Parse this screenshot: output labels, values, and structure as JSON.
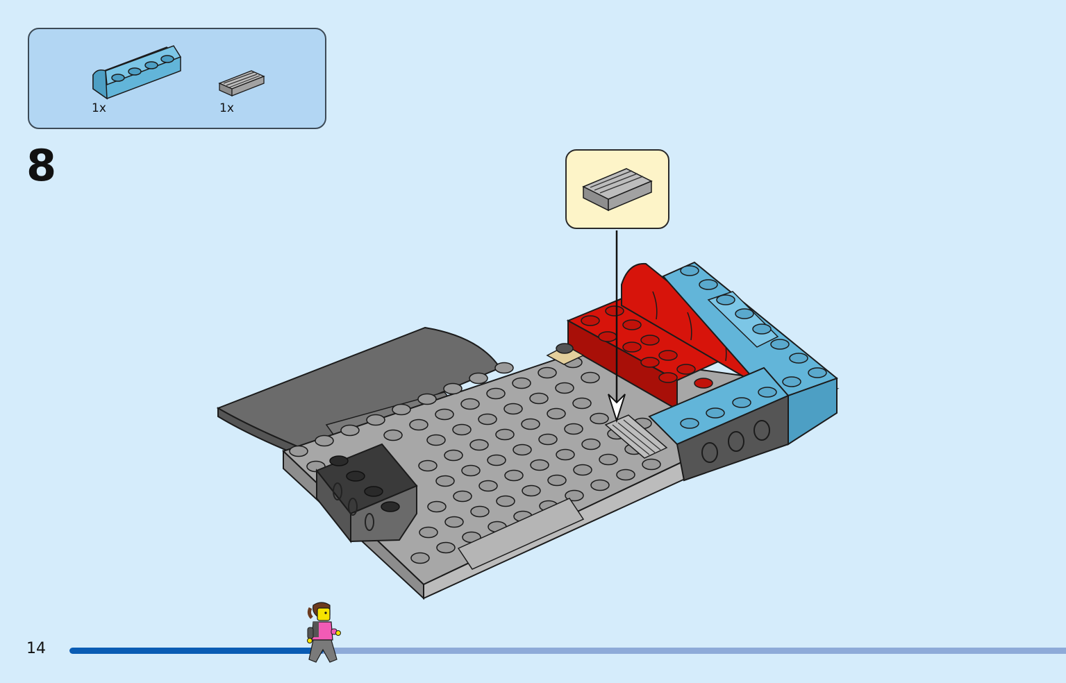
{
  "parts_list": {
    "items": [
      {
        "quantity": "1x",
        "part_icon": "medium-azure-curved-slope-1x4-icon",
        "color": "#62b5d9"
      },
      {
        "quantity": "1x",
        "part_icon": "grey-grille-tile-1x2-icon",
        "color": "#a7a7a7"
      }
    ]
  },
  "step": {
    "number": "8"
  },
  "callout": {
    "part_icon": "grey-grille-tile-1x2-icon"
  },
  "page": {
    "number": "14"
  },
  "progress": {
    "fraction": 0.255,
    "marker_icon": "walking-minifigure-icon"
  },
  "colors": {
    "background": "#d5ecfb",
    "parts_box": "#b2d6f3",
    "callout_bg": "#fdf4c8",
    "progress_fill": "#0a5cb4",
    "progress_track": "#8eaad8",
    "brick_red": "#d7140b",
    "brick_azure": "#62b5d9",
    "brick_grey": "#a7a7a7",
    "brick_dark_grey": "#6b6b6b"
  }
}
